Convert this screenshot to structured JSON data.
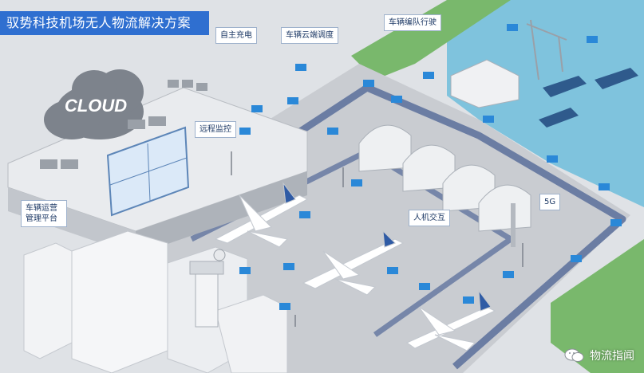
{
  "title": "驭势科技机场无人物流解决方案",
  "callouts": {
    "self_charging": "自主充电",
    "cloud_dispatch": "车辆云端调度",
    "platooning": "车辆编队行驶",
    "remote_monitoring": "远程监控",
    "operations_platform_line1": "车辆运营",
    "operations_platform_line2": "管理平台",
    "human_interaction": "人机交互",
    "network": "5G"
  },
  "cloud_text": "CLOUD",
  "watermark": "物流指闻",
  "colors": {
    "title_bg": "#2f6fd0",
    "water": "#7fc3dd",
    "grass": "#79b86c",
    "road": "#5a6f9b",
    "vehicle": "#2a88d8"
  }
}
